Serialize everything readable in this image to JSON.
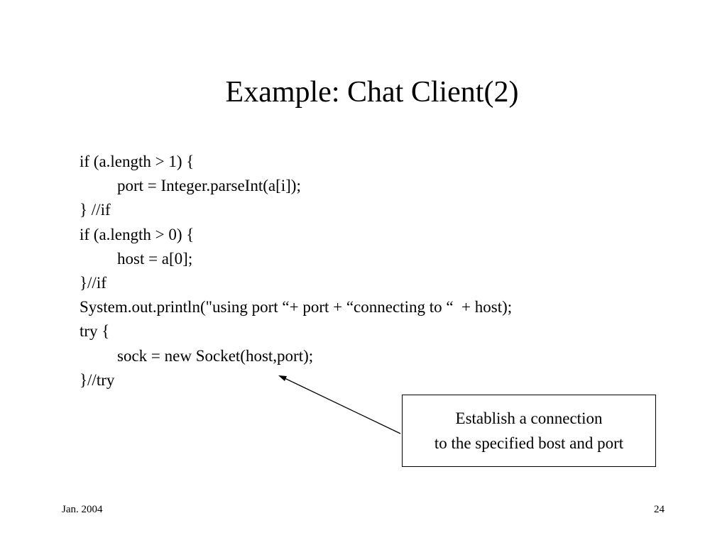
{
  "slide": {
    "title": "Example: Chat Client(2)",
    "code_lines": [
      "if (a.length > 1) {",
      "port = Integer.parseInt(a[i]);",
      "} //if",
      "if (a.length > 0) {",
      "host = a[0];",
      "}//if",
      "System.out.println(\"using port “+ port + “connecting to “  + host);",
      "try {",
      "sock = new Socket(host,port);",
      "}//try"
    ],
    "callout": {
      "line1": "Establish a connection",
      "line2": "to the specified bost and port"
    },
    "footer": {
      "date": "Jan. 2004",
      "page_number": "24"
    }
  }
}
